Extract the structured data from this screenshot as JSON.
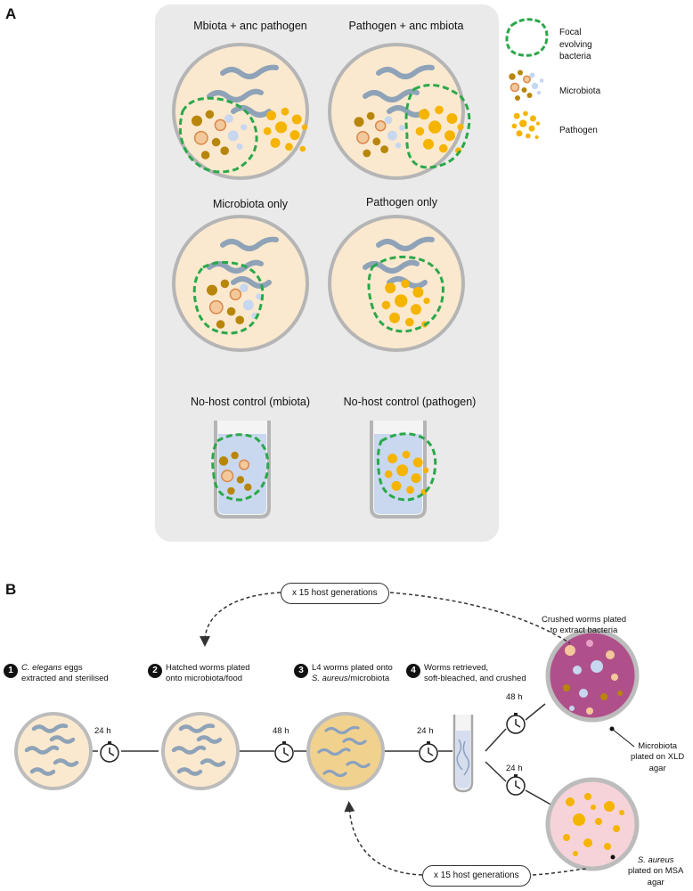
{
  "panel_a": {
    "label": "A",
    "plate_titles": {
      "mbiota_anc_pathogen": "Mbiota + anc pathogen",
      "pathogen_anc_mbiota": "Pathogen + anc mbiota",
      "microbiota_only": "Microbiota only",
      "pathogen_only": "Pathogen only",
      "nohost_mbiota": "No-host control (mbiota)",
      "nohost_pathogen": "No-host control (pathogen)"
    },
    "legend": {
      "focal": [
        "Focal",
        "evolving",
        "bacteria"
      ],
      "microbiota": "Microbiota",
      "pathogen": "Pathogen"
    }
  },
  "panel_b": {
    "label": "B",
    "loop_top": "x 15 host generations",
    "loop_bottom": "x 15 host generations",
    "steps": [
      {
        "number": "1",
        "line1_italic": "C. elegans",
        "line1_rest": " eggs",
        "line2": "extracted and sterilised"
      },
      {
        "number": "2",
        "line1": "Hatched worms plated",
        "line2": "onto microbiota/food"
      },
      {
        "number": "3",
        "line1": "L4 worms plated onto",
        "line2_italic": "S. aureus",
        "line2_rest": "/microbiota"
      },
      {
        "number": "4",
        "line1": "Worms retrieved,",
        "line2": "soft-bleached, and crushed"
      }
    ],
    "times": [
      "24 h",
      "48 h",
      "24 h",
      "48 h",
      "24 h"
    ],
    "crushed": [
      "Crushed worms plated",
      "to extract bacteria"
    ],
    "xld": [
      "Microbiota",
      "plated on XLD",
      "agar"
    ],
    "msa_italic": "S. aureus",
    "msa": [
      "plated on MSA",
      "agar"
    ]
  },
  "colors": {
    "panel_bg": "#eaeaea",
    "plate_agar": "#fbe9cf",
    "worm": "#8fa3b8",
    "focal_outline": "#2aa84a",
    "microbiota": "#b8860b",
    "pathogen": "#f5b400",
    "xld_plate": "#b0508a",
    "msa_plate": "#f6d3d8"
  }
}
